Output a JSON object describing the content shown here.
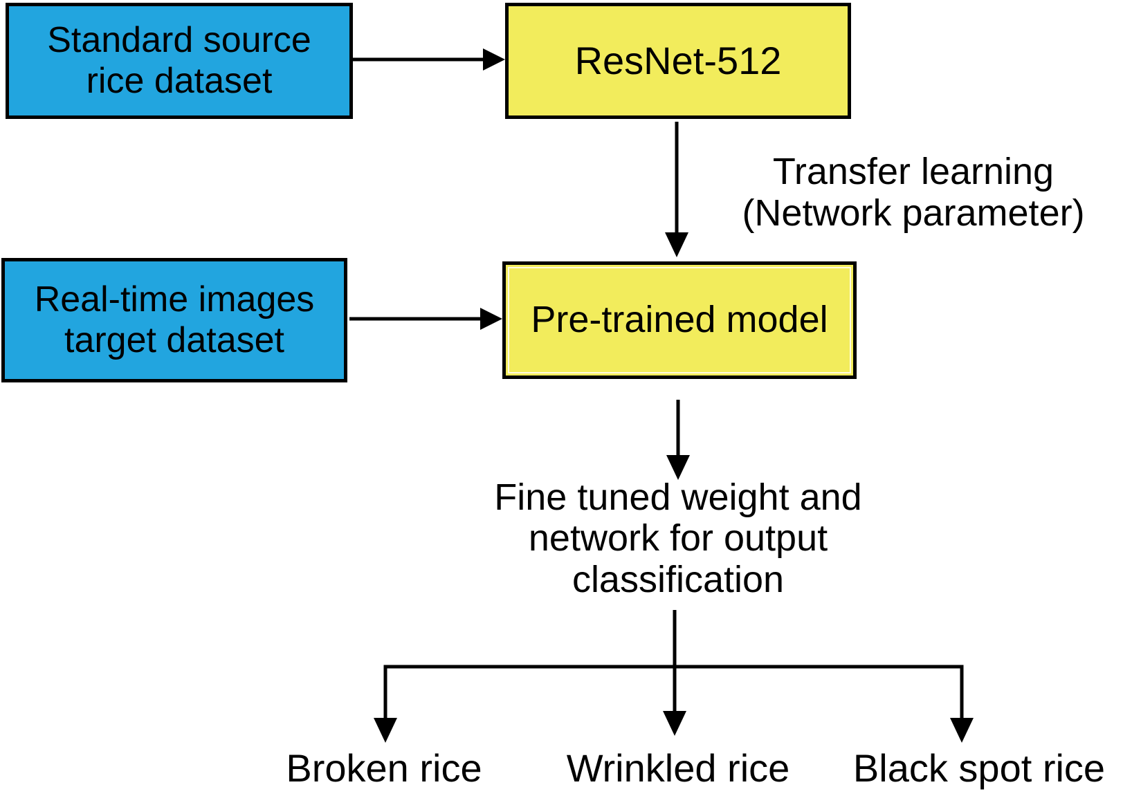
{
  "nodes": {
    "source": {
      "lines": [
        "Standard source",
        "rice dataset"
      ]
    },
    "resnet": {
      "label": "ResNet-512"
    },
    "target": {
      "lines": [
        "Real-time images",
        "target dataset"
      ]
    },
    "pretrained": {
      "label": "Pre-trained model"
    }
  },
  "annotations": {
    "transfer": {
      "lines": [
        "Transfer learning",
        "(Network parameter)"
      ]
    },
    "finetuned": {
      "lines": [
        "Fine tuned weight and",
        "network for output",
        "classification"
      ]
    }
  },
  "outputs": {
    "broken": "Broken rice",
    "wrinkled": "Wrinkled rice",
    "black_spot": "Black spot rice"
  },
  "colors": {
    "input_box": "#22a5df",
    "model_box": "#f2ec5c",
    "stroke": "#000000"
  }
}
